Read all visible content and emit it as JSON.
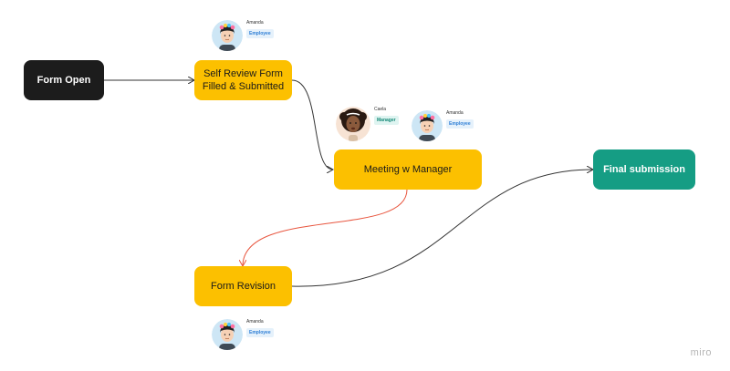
{
  "nodes": {
    "form_open": "Form Open",
    "self_review": "Self Review Form\nFilled & Submitted",
    "meeting": "Meeting w Manager",
    "form_revision": "Form Revision",
    "final_submission": "Final submission"
  },
  "people": {
    "amanda_top": {
      "name": "Amanda",
      "role": "Employee"
    },
    "caela": {
      "name": "Caela",
      "role": "Manager"
    },
    "amanda_mid": {
      "name": "Amanda",
      "role": "Employee"
    },
    "amanda_bottom": {
      "name": "Amanda",
      "role": "Employee"
    }
  },
  "colors": {
    "dark_node": "#1c1c1c",
    "yellow_node": "#fcc000",
    "green_node": "#159d84",
    "connector": "#333333",
    "revision_connector": "#e8553e"
  },
  "watermark": "miro"
}
